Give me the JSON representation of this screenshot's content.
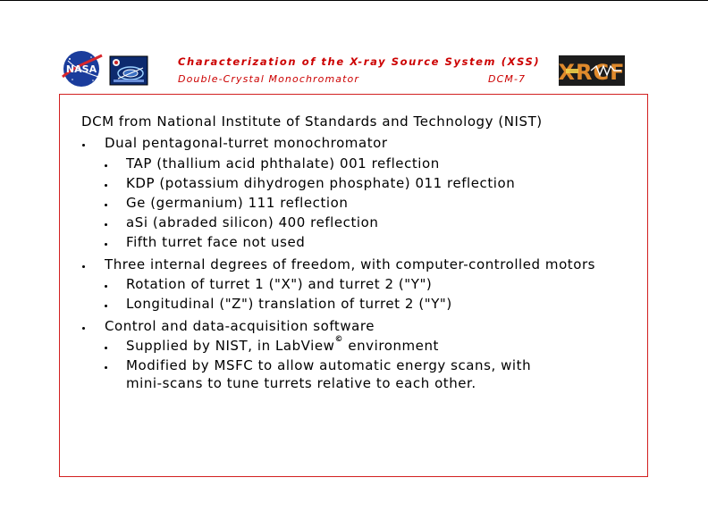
{
  "header": {
    "title": "Characterization of the X-ray Source System (XSS)",
    "subtitle": "Double-Crystal Monochromator",
    "code": "DCM-7"
  },
  "logos": {
    "nasa": "NASA",
    "xrcf": "XRCF"
  },
  "colors": {
    "header_text": "#cc0000",
    "box_border": "#d22020",
    "nasa_blue": "#1a3c9c",
    "xrcf_orange": "#e08a2c"
  },
  "content": {
    "intro": "DCM from National Institute of Standards and Technology (NIST)",
    "bullets": [
      {
        "text": "Dual pentagonal-turret monochromator",
        "subs": [
          "TAP (thallium acid phthalate) 001 reflection",
          "KDP (potassium dihydrogen phosphate) 011 reflection",
          "Ge (germanium) 111 reflection",
          "aSi (abraded silicon) 400 reflection",
          "Fifth turret face not used"
        ]
      },
      {
        "text": "Three internal degrees of freedom, with computer-controlled motors",
        "subs": [
          "Rotation of turret 1 (\"X\") and turret 2 (\"Y\")",
          "Longitudinal (\"Z\") translation of turret 2 (\"Y\")"
        ]
      },
      {
        "text": "Control and data-acquisition software",
        "subs": [
          "Supplied by NIST, in LabView",
          "Modified by MSFC to allow automatic energy scans, with"
        ],
        "sub1_suffix": " environment",
        "sub1_mark": "©",
        "sub2_cont": "mini-scans to tune turrets relative to each other."
      }
    ]
  }
}
